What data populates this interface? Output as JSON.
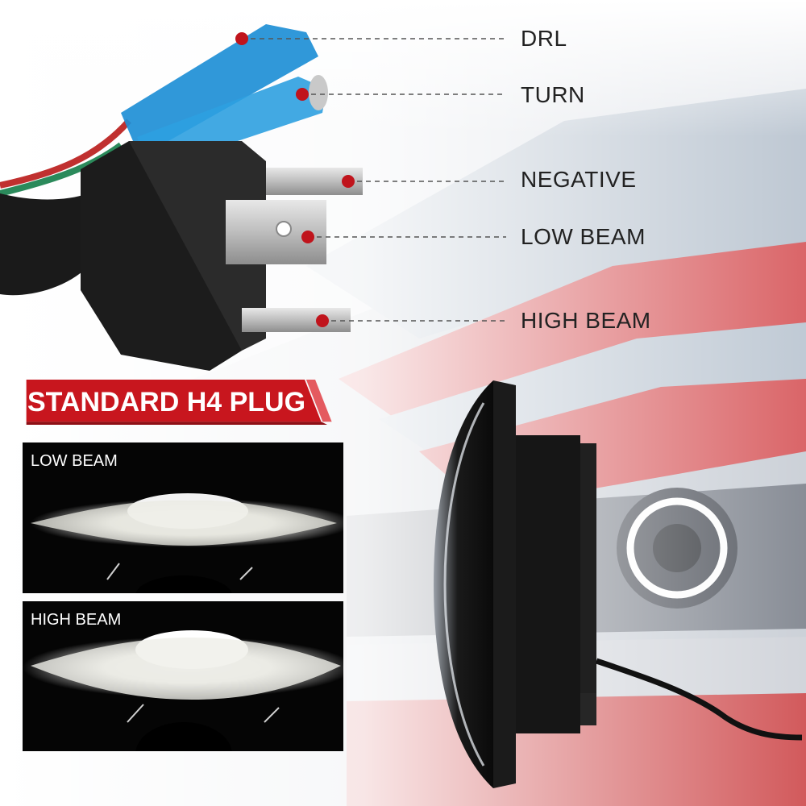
{
  "plug_labels": {
    "drl": "DRL",
    "turn": "TURN",
    "negative": "NEGATIVE",
    "low_beam": "LOW BEAM",
    "high_beam": "HIGH BEAM"
  },
  "banner": {
    "title": "STANDARD H4 PLUG"
  },
  "panels": {
    "low": {
      "label": "LOW BEAM"
    },
    "high": {
      "label": "HIGH BEAM"
    }
  },
  "colors": {
    "accent_red": "#c0141c",
    "banner_red": "#c8161e",
    "car_red": "#d23a3c",
    "plug_black": "#1c1c1c",
    "wire_blue": "#1e8fd6",
    "background": "#eef0f3"
  }
}
